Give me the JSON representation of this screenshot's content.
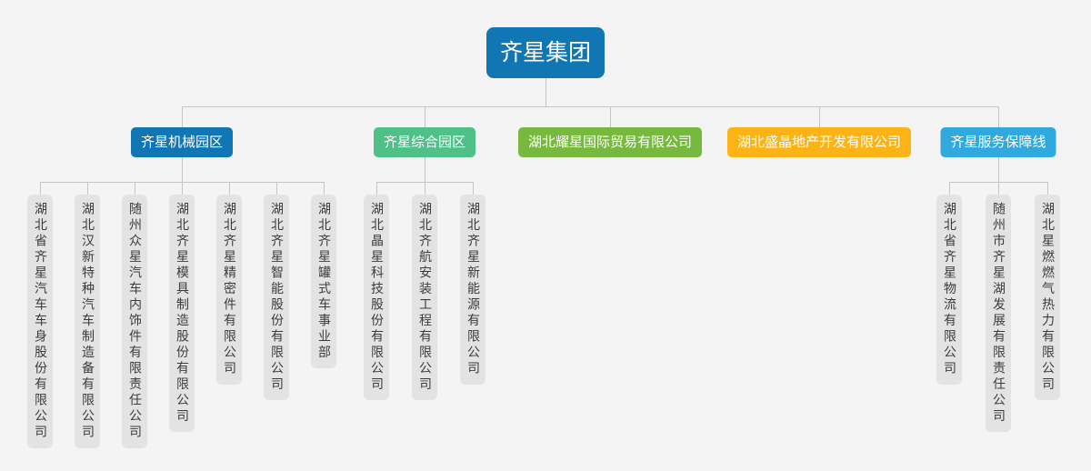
{
  "background_color": "#f4f4f4",
  "connector_color": "#c5c5c5",
  "leaf_color": "#e3e3e3",
  "root": {
    "label": "齐星集团",
    "color": "#1176b4"
  },
  "groups": [
    {
      "label": "齐星机械园区",
      "color": "#1176b4",
      "children": [
        "湖北省齐星汽车车身股份有限公司",
        "湖北汉新特种汽车制造备有限公司",
        "随州众星汽车内饰件有限责任公司",
        "湖北齐星模具制造股份有限公司",
        "湖北齐星精密件有限公司",
        "湖北齐星智能股份有限公司",
        "湖北齐星罐式车事业部"
      ]
    },
    {
      "label": "齐星综合园区",
      "color": "#4fc188",
      "children": [
        "湖北晶星科技股份有限公司",
        "湖北齐航安装工程有限公司",
        "湖北齐星新能源有限公司"
      ]
    },
    {
      "label": "湖北耀星国际贸易有限公司",
      "color": "#77b93e",
      "children": []
    },
    {
      "label": "湖北盛晶地产开发有限公司",
      "color": "#fcb315",
      "children": []
    },
    {
      "label": "齐星服务保障线",
      "color": "#30a9de",
      "children": [
        "湖北省齐星物流有限公司",
        "随州市齐星湖发展有限责任公司",
        "湖北星燃燃气热力有限公司"
      ]
    }
  ]
}
